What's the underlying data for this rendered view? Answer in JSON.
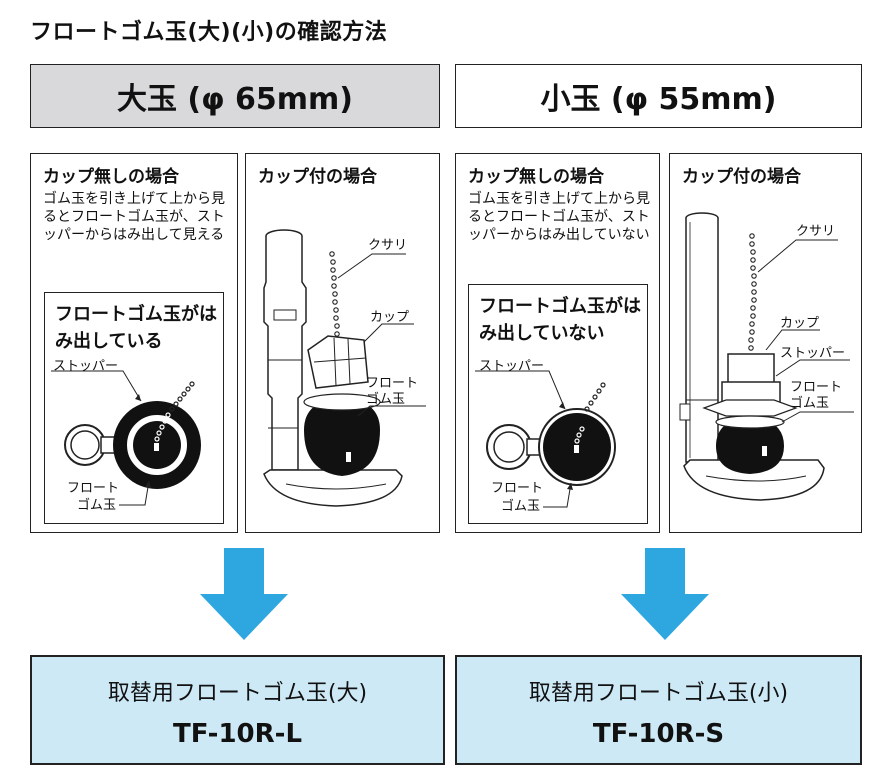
{
  "title": "フロートゴム玉(大)(小)の確認方法",
  "large": {
    "header": "大玉 (φ 65mm)",
    "no_cup": {
      "title": "カップ無しの場合",
      "desc": "ゴム玉を引き上げて上から見るとフロートゴム玉が、ストッパーからはみ出して見える",
      "box_title": "フロートゴム玉がはみ出している",
      "label_stopper": "ストッパー",
      "label_float_1": "フロート",
      "label_float_2": "ゴム玉"
    },
    "with_cup": {
      "title": "カップ付の場合",
      "label_chain": "クサリ",
      "label_cup": "カップ",
      "label_float_1": "フロート",
      "label_float_2": "ゴム玉"
    },
    "result_name": "取替用フロートゴム玉(大)",
    "result_code": "TF-10R-L"
  },
  "small": {
    "header": "小玉 (φ 55mm)",
    "no_cup": {
      "title": "カップ無しの場合",
      "desc": "ゴム玉を引き上げて上から見るとフロートゴム玉が、ストッパーからはみ出していない",
      "box_title": "フロートゴム玉がはみ出していない",
      "label_stopper": "ストッパー",
      "label_float_1": "フロート",
      "label_float_2": "ゴム玉"
    },
    "with_cup": {
      "title": "カップ付の場合",
      "label_chain": "クサリ",
      "label_cup": "カップ",
      "label_stopper": "ストッパー",
      "label_float_1": "フロート",
      "label_float_2": "ゴム玉"
    },
    "result_name": "取替用フロートゴム玉(小)",
    "result_code": "TF-10R-S"
  },
  "colors": {
    "large_header_bg": "#d9d9db",
    "result_bg": "#cde9f6",
    "arrow": "#2ea7e0",
    "ball": "#111111"
  }
}
